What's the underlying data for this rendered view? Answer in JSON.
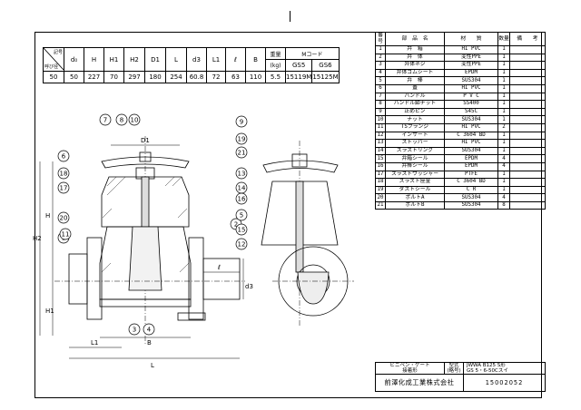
{
  "dim_table": {
    "corner_top": "記号",
    "corner_bottom": "呼び径",
    "headers": [
      "d₀",
      "H",
      "H1",
      "H2",
      "D1",
      "L",
      "d3",
      "L1",
      "ℓ",
      "B"
    ],
    "weight_header": "重量",
    "weight_unit": "(kg)",
    "mcode_header": "Mコード",
    "mcode_cols": [
      "GS5",
      "GS6"
    ],
    "row": [
      "50",
      "50",
      "227",
      "70",
      "297",
      "180",
      "254",
      "60.8",
      "72",
      "63",
      "110",
      "5.5",
      "15119M",
      "15125M"
    ]
  },
  "parts_table": {
    "headers": [
      "番号",
      "部　品　名",
      "材　　質",
      "数量",
      "備　　考"
    ],
    "rows": [
      [
        "1",
        "弁　箱",
        "HI PVC",
        "1",
        ""
      ],
      [
        "2",
        "弁　体",
        "変性PPE",
        "1",
        ""
      ],
      [
        "3",
        "弁体ネジ",
        "変性PPE",
        "1",
        ""
      ],
      [
        "4",
        "弁体ゴムシート",
        "EPDM",
        "1",
        ""
      ],
      [
        "5",
        "弁　棒",
        "SUS304",
        "1",
        ""
      ],
      [
        "6",
        "蓋",
        "HI PVC",
        "1",
        ""
      ],
      [
        "7",
        "ハンドル",
        "P V C",
        "1",
        ""
      ],
      [
        "8",
        "ハンドル締ナット",
        "SS400",
        "1",
        ""
      ],
      [
        "9",
        "止めピン",
        "S45C",
        "1",
        ""
      ],
      [
        "10",
        "ナット",
        "SUS304",
        "1",
        ""
      ],
      [
        "11",
        "TSフランジ",
        "HI PVC",
        "2",
        ""
      ],
      [
        "12",
        "インサート",
        "C 3604 BD",
        "1",
        ""
      ],
      [
        "13",
        "ストッパー",
        "HI PVC",
        "1",
        ""
      ],
      [
        "14",
        "スラストリング",
        "SUS304",
        "1",
        ""
      ],
      [
        "15",
        "弁箱シール",
        "EPDM",
        "4",
        ""
      ],
      [
        "16",
        "弁棒シール",
        "EPDM",
        "4",
        ""
      ],
      [
        "17",
        "スラストワッシャー",
        "PTFE",
        "1",
        ""
      ],
      [
        "18",
        "スラスト座金",
        "C 3604 BD",
        "1",
        ""
      ],
      [
        "19",
        "ダストシール",
        "C R",
        "1",
        ""
      ],
      [
        "20",
        "ボルトA",
        "SUS304",
        "4",
        ""
      ],
      [
        "21",
        "ボルトB",
        "SUS304",
        "8",
        ""
      ]
    ]
  },
  "title_block": {
    "product_name": "ビニペン・ゲート",
    "product_sub": "接着形",
    "spec_label": "型式",
    "spec_label_sub": "(略号)",
    "spec_line1": "JWWA B125 S形",
    "spec_line2": "GS 5・6-50Cスイ",
    "company": "前澤化成工業株式会社",
    "drawing_no": "15002052"
  },
  "dimension_labels": {
    "d1": "D1",
    "h": "H",
    "h1": "H1",
    "h2": "H2",
    "l": "L",
    "l1": "L1",
    "b": "B",
    "ell": "ℓ",
    "d3": "d3"
  },
  "callouts": [
    "1",
    "2",
    "3",
    "4",
    "5",
    "6",
    "7",
    "8",
    "9",
    "10",
    "11",
    "12",
    "13",
    "14",
    "15",
    "16",
    "17",
    "18",
    "19",
    "20",
    "21"
  ]
}
